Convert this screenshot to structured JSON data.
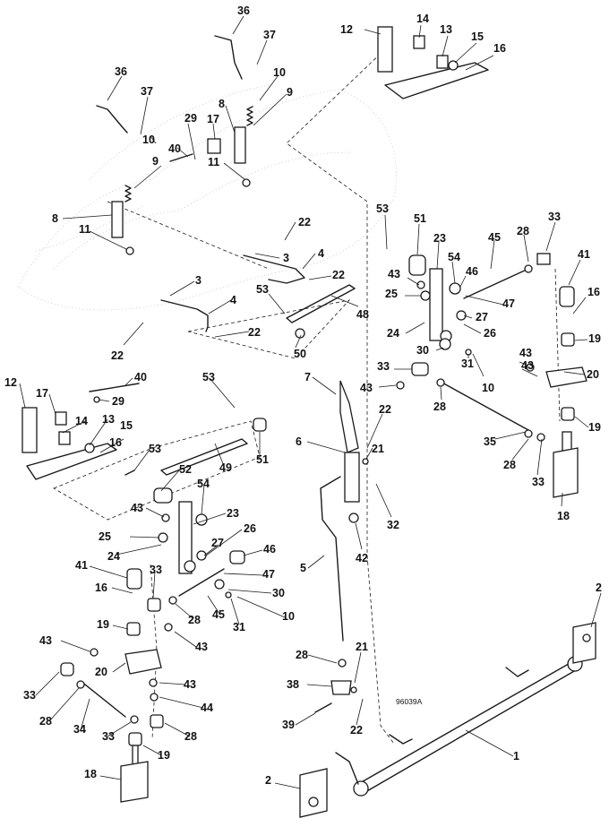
{
  "figure": {
    "id": "96039A",
    "callouts": [
      {
        "label": "36"
      },
      {
        "label": "37"
      },
      {
        "label": "12"
      },
      {
        "label": "14"
      },
      {
        "label": "13"
      },
      {
        "label": "15"
      },
      {
        "label": "16"
      },
      {
        "label": "36"
      },
      {
        "label": "37"
      },
      {
        "label": "10"
      },
      {
        "label": "9"
      },
      {
        "label": "8"
      },
      {
        "label": "29"
      },
      {
        "label": "17"
      },
      {
        "label": "10"
      },
      {
        "label": "40"
      },
      {
        "label": "9"
      },
      {
        "label": "11"
      },
      {
        "label": "8"
      },
      {
        "label": "11"
      },
      {
        "label": "22"
      },
      {
        "label": "3"
      },
      {
        "label": "4"
      },
      {
        "label": "22"
      },
      {
        "label": "3"
      },
      {
        "label": "4"
      },
      {
        "label": "22"
      },
      {
        "label": "22"
      },
      {
        "label": "53"
      },
      {
        "label": "50"
      },
      {
        "label": "48"
      },
      {
        "label": "53"
      },
      {
        "label": "51"
      },
      {
        "label": "23"
      },
      {
        "label": "54"
      },
      {
        "label": "43"
      },
      {
        "label": "25"
      },
      {
        "label": "24"
      },
      {
        "label": "46"
      },
      {
        "label": "27"
      },
      {
        "label": "26"
      },
      {
        "label": "45"
      },
      {
        "label": "28"
      },
      {
        "label": "33"
      },
      {
        "label": "41"
      },
      {
        "label": "47"
      },
      {
        "label": "16"
      },
      {
        "label": "19"
      },
      {
        "label": "43"
      },
      {
        "label": "20"
      },
      {
        "label": "30"
      },
      {
        "label": "31"
      },
      {
        "label": "10"
      },
      {
        "label": "33"
      },
      {
        "label": "43"
      },
      {
        "label": "28"
      },
      {
        "label": "43"
      },
      {
        "label": "19"
      },
      {
        "label": "35"
      },
      {
        "label": "28"
      },
      {
        "label": "33"
      },
      {
        "label": "18"
      },
      {
        "label": "12"
      },
      {
        "label": "40"
      },
      {
        "label": "17"
      },
      {
        "label": "29"
      },
      {
        "label": "14"
      },
      {
        "label": "13"
      },
      {
        "label": "15"
      },
      {
        "label": "16"
      },
      {
        "label": "53"
      },
      {
        "label": "53"
      },
      {
        "label": "51"
      },
      {
        "label": "49"
      },
      {
        "label": "52"
      },
      {
        "label": "54"
      },
      {
        "label": "43"
      },
      {
        "label": "23"
      },
      {
        "label": "26"
      },
      {
        "label": "27"
      },
      {
        "label": "25"
      },
      {
        "label": "46"
      },
      {
        "label": "24"
      },
      {
        "label": "47"
      },
      {
        "label": "41"
      },
      {
        "label": "33"
      },
      {
        "label": "30"
      },
      {
        "label": "16"
      },
      {
        "label": "28"
      },
      {
        "label": "45"
      },
      {
        "label": "31"
      },
      {
        "label": "10"
      },
      {
        "label": "19"
      },
      {
        "label": "43"
      },
      {
        "label": "43"
      },
      {
        "label": "20"
      },
      {
        "label": "43"
      },
      {
        "label": "44"
      },
      {
        "label": "33"
      },
      {
        "label": "28"
      },
      {
        "label": "34"
      },
      {
        "label": "28"
      },
      {
        "label": "33"
      },
      {
        "label": "19"
      },
      {
        "label": "18"
      },
      {
        "label": "7"
      },
      {
        "label": "22"
      },
      {
        "label": "6"
      },
      {
        "label": "21"
      },
      {
        "label": "32"
      },
      {
        "label": "42"
      },
      {
        "label": "5"
      },
      {
        "label": "28"
      },
      {
        "label": "21"
      },
      {
        "label": "38"
      },
      {
        "label": "39"
      },
      {
        "label": "22"
      },
      {
        "label": "1"
      },
      {
        "label": "2"
      },
      {
        "label": "2"
      }
    ]
  }
}
